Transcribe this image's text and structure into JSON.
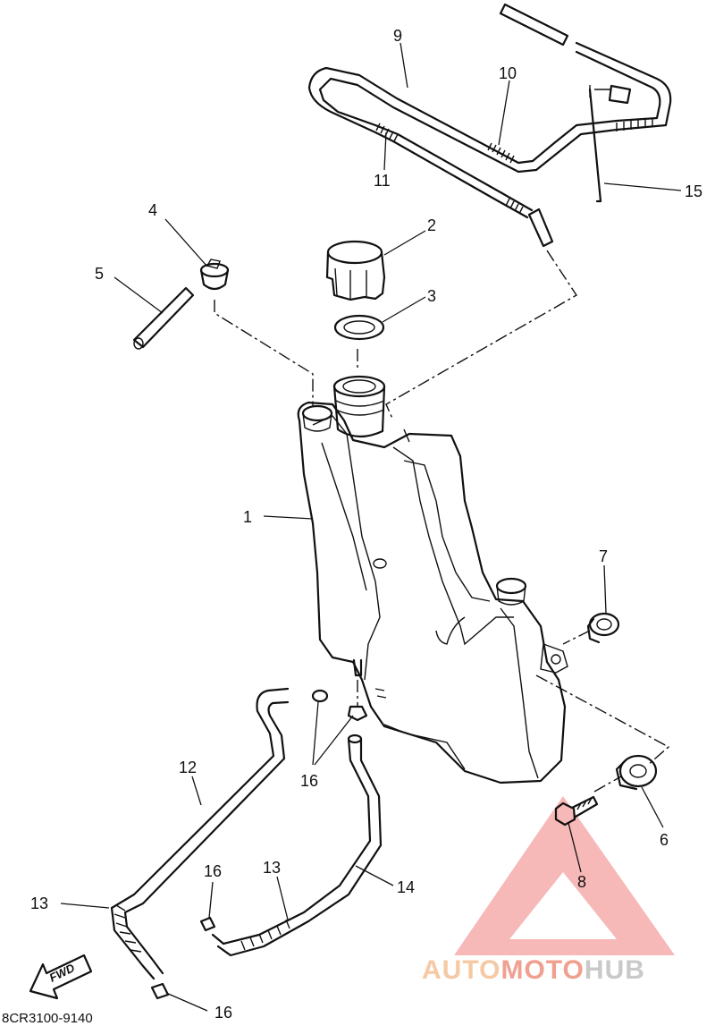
{
  "diagram": {
    "callouts": [
      {
        "id": "1",
        "label": "1"
      },
      {
        "id": "2",
        "label": "2"
      },
      {
        "id": "3",
        "label": "3"
      },
      {
        "id": "4",
        "label": "4"
      },
      {
        "id": "5",
        "label": "5"
      },
      {
        "id": "6",
        "label": "6"
      },
      {
        "id": "7",
        "label": "7"
      },
      {
        "id": "8",
        "label": "8"
      },
      {
        "id": "9",
        "label": "9"
      },
      {
        "id": "10",
        "label": "10"
      },
      {
        "id": "11",
        "label": "11"
      },
      {
        "id": "12",
        "label": "12"
      },
      {
        "id": "13a",
        "label": "13"
      },
      {
        "id": "13b",
        "label": "13"
      },
      {
        "id": "14",
        "label": "14"
      },
      {
        "id": "15",
        "label": "15"
      },
      {
        "id": "16a",
        "label": "16"
      },
      {
        "id": "16b",
        "label": "16"
      },
      {
        "id": "16c",
        "label": "16"
      }
    ],
    "fwd_label": "FWD",
    "diagram_code": "8CR3100-9140"
  },
  "watermark": {
    "part1": "AUTO",
    "part2": "MOTO",
    "part3": "HUB",
    "colors": {
      "part1": "#f5c9a3",
      "part2": "#f0a090",
      "part3": "#c9c9c9",
      "triangle": "#f4a0a0"
    }
  }
}
